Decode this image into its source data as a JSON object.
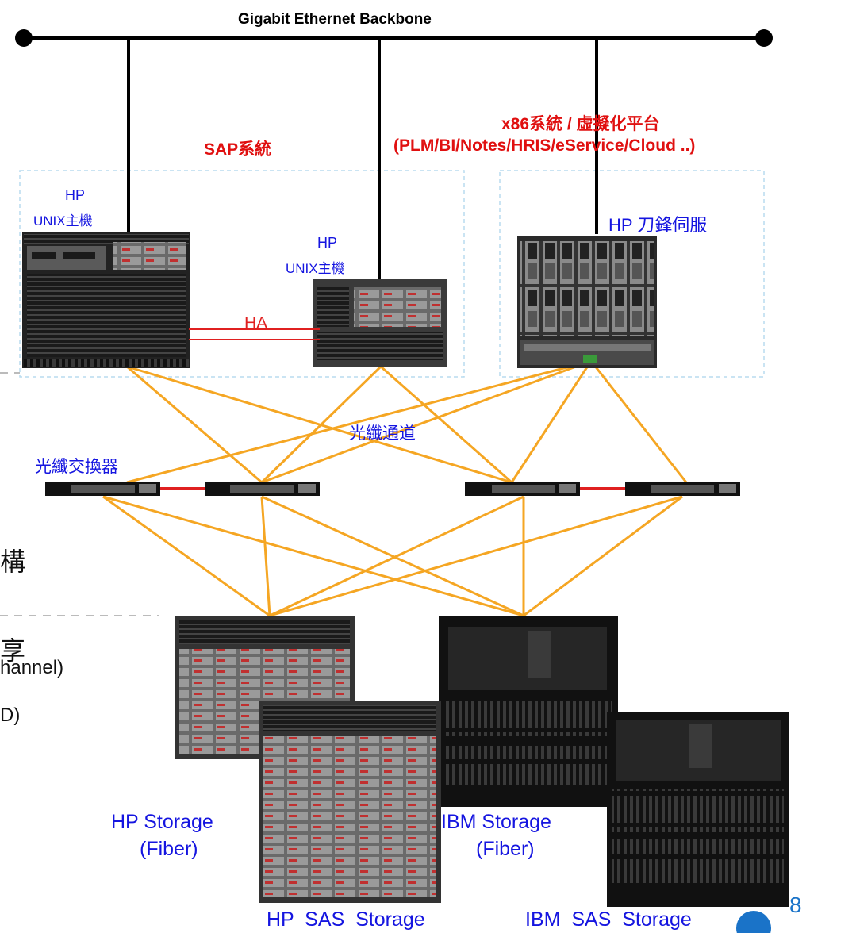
{
  "backbone": {
    "label": "Gigabit Ethernet Backbone"
  },
  "sap": {
    "label": "SAP系統"
  },
  "x86": {
    "line1": "x86系統 / 虛擬化平台",
    "line2": "(PLM/BI/Notes/HRIS/eService/Cloud ..)"
  },
  "hp_unix_1": {
    "line1": "HP",
    "line2": "UNIX主機"
  },
  "hp_unix_2": {
    "line1": "HP",
    "line2": "UNIX主機"
  },
  "blade": {
    "label": "HP 刀鋒伺服"
  },
  "ha": {
    "label": "HA"
  },
  "fiber_channel": {
    "label": "光纖通道"
  },
  "fiber_switch": {
    "label": "光纖交換器"
  },
  "left_partial": {
    "line1": "構",
    "line2": "hannel)",
    "line3": "D)",
    "line4": "享"
  },
  "storage": {
    "hp_fiber": {
      "line1": "HP Storage",
      "line2": "(Fiber)"
    },
    "ibm_fiber": {
      "line1": "IBM Storage",
      "line2": "(Fiber)"
    },
    "hp_sas": {
      "label": "HP  SAS  Storage"
    },
    "ibm_sas": {
      "label": "IBM  SAS  Storage"
    }
  },
  "page_number": "8",
  "colors": {
    "fiber": "#f5a623",
    "ha": "#e02020",
    "text_blue": "#1515e0",
    "title_red": "#e01010"
  }
}
